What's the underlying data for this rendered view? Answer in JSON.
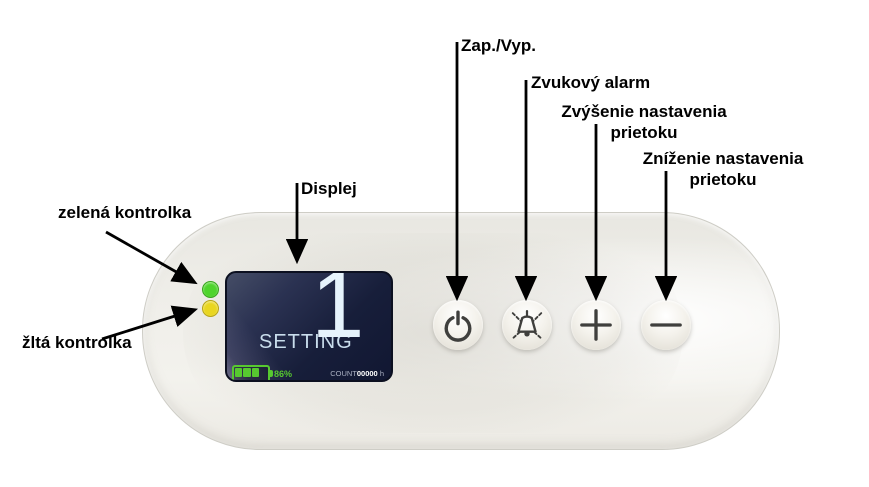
{
  "callouts": {
    "green_indicator": "zelená kontrolka",
    "yellow_indicator": "žltá kontrolka",
    "display": "Displej",
    "power": "Zap./Vyp.",
    "alarm": "Zvukový alarm",
    "increase": {
      "line1": "Zvýšenie nastavenia",
      "line2": "prietoku"
    },
    "decrease": {
      "line1": "Zníženie nastavenia",
      "line2": "prietoku"
    }
  },
  "device": {
    "display": {
      "setting_label": "SETTING",
      "setting_value": "1",
      "battery_percent": "86%",
      "battery_bars_filled": 3,
      "battery_bars_total": 4,
      "count_label": "COUNT",
      "count_value": "00000",
      "count_unit": "h"
    },
    "indicators": [
      {
        "name": "green-indicator-led",
        "color": "#4ed42c"
      },
      {
        "name": "yellow-indicator-led",
        "color": "#e9d621"
      }
    ],
    "buttons": [
      {
        "name": "power-button",
        "icon": "power-icon"
      },
      {
        "name": "alarm-button",
        "icon": "alarm-bell-icon"
      },
      {
        "name": "increase-flow-button",
        "icon": "plus-icon"
      },
      {
        "name": "decrease-flow-button",
        "icon": "minus-icon"
      }
    ]
  },
  "colors": {
    "screen_bg": "#171e3a",
    "screen_text": "#e6f3fc",
    "battery_green": "#57c930",
    "led_green": "#4ed42c",
    "led_yellow": "#e9d621",
    "device_body": "#efeee9"
  }
}
